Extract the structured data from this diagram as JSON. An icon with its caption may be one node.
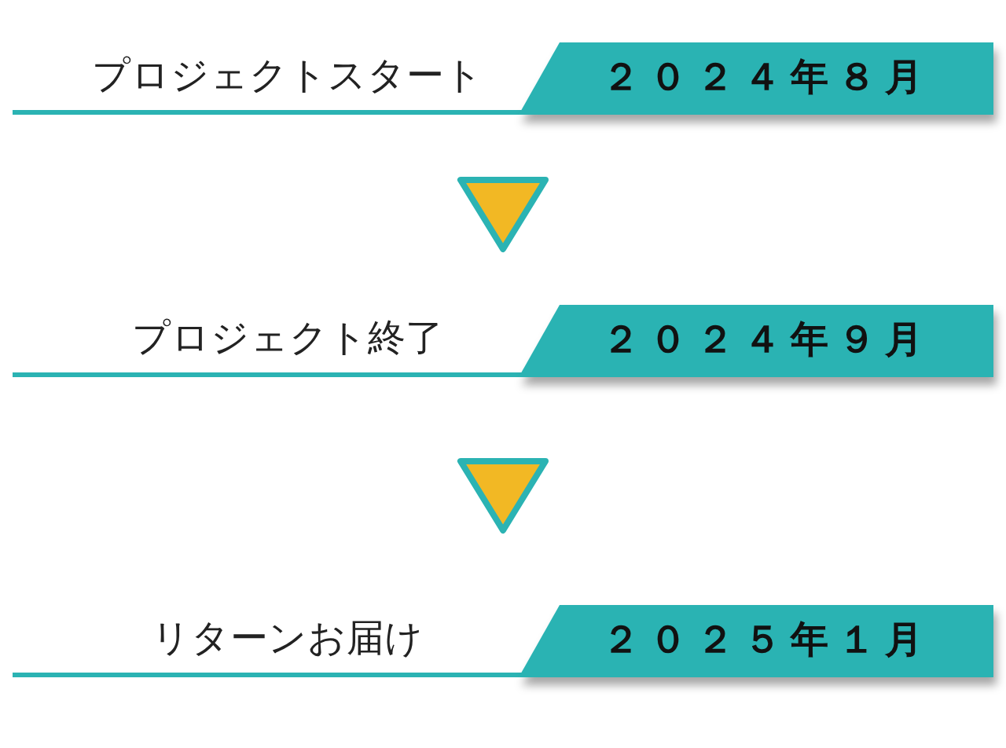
{
  "diagram": {
    "nodes": [
      {
        "text": [
          "プロジェクトスタート",
          "２０２４年８月"
        ]
      },
      {
        "text": [
          "プロジェクト終了",
          "２０２４年９月"
        ]
      },
      {
        "text": [
          "リターンお届け",
          "２０２５年１月"
        ]
      }
    ],
    "edges": [
      {
        "from": 0,
        "to": 1,
        "arrow": "to"
      },
      {
        "from": 1,
        "to": 2,
        "arrow": "to"
      }
    ]
  }
}
